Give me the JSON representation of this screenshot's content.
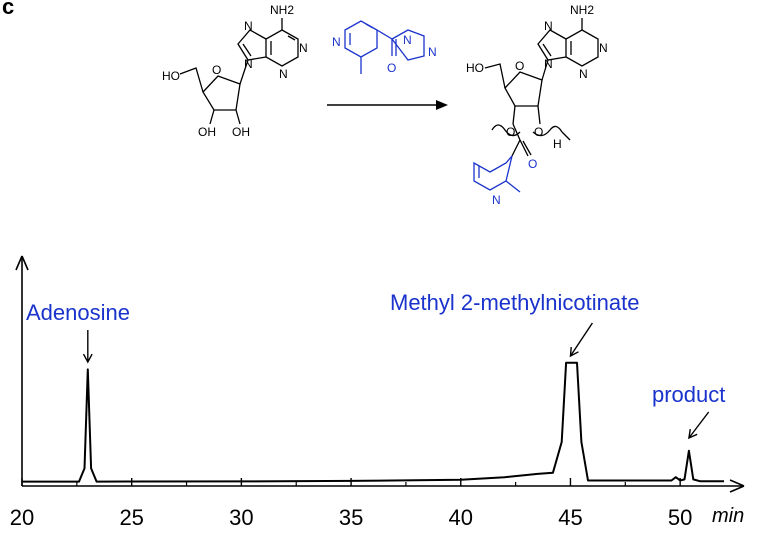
{
  "panel_letter": "c",
  "scheme": {
    "reactant_labels": {
      "nh2": "NH2",
      "ho_top": "HO",
      "oh_left": "OH",
      "oh_right": "OH",
      "ring_o": "O",
      "n7": "N",
      "n9": "N",
      "n1": "N",
      "n3": "N"
    },
    "reagent_labels": {
      "pyridine_n": "N",
      "carbonyl_o": "O",
      "imid_n1": "N",
      "imid_n3": "N"
    },
    "product_labels": {
      "nh2": "NH2",
      "ho": "HO",
      "ring_o": "O",
      "o2": "O",
      "o3": "O",
      "h": "H",
      "carbonyl_o": "O",
      "pyridine_n": "N",
      "n7": "N",
      "n9": "N",
      "n1": "N",
      "n3": "N"
    },
    "colors": {
      "reagent": "#1a33cc",
      "structure": "#000000"
    }
  },
  "chart_data": {
    "type": "line",
    "xlabel": "min",
    "ylabel": "",
    "xlim": [
      20,
      52.5
    ],
    "ylim": [
      0,
      1
    ],
    "xticks": [
      20,
      25,
      30,
      35,
      40,
      45,
      50
    ],
    "grid": false,
    "series": [
      {
        "values_note": "",
        "points": [
          [
            20.0,
            0.02
          ],
          [
            22.6,
            0.02
          ],
          [
            22.85,
            0.08
          ],
          [
            23.0,
            0.53
          ],
          [
            23.15,
            0.08
          ],
          [
            23.4,
            0.02
          ],
          [
            30.0,
            0.021
          ],
          [
            35.0,
            0.023
          ],
          [
            40.0,
            0.028
          ],
          [
            42.0,
            0.04
          ],
          [
            43.5,
            0.055
          ],
          [
            44.2,
            0.06
          ],
          [
            44.6,
            0.2
          ],
          [
            44.8,
            0.56
          ],
          [
            45.3,
            0.56
          ],
          [
            45.5,
            0.2
          ],
          [
            45.8,
            0.025
          ],
          [
            49.6,
            0.025
          ],
          [
            49.8,
            0.04
          ],
          [
            50.0,
            0.025
          ],
          [
            50.2,
            0.03
          ],
          [
            50.4,
            0.16
          ],
          [
            50.6,
            0.03
          ],
          [
            50.9,
            0.022
          ],
          [
            52.0,
            0.022
          ]
        ]
      }
    ],
    "annotations": [
      {
        "text": "Adenosine",
        "x": 23.0,
        "y": 0.53
      },
      {
        "text": "Methyl 2-methylnicotinate",
        "x": 45.0,
        "y": 0.56
      },
      {
        "text": "product",
        "x": 50.4,
        "y": 0.16
      }
    ],
    "annotation_color": "#1a33cc"
  }
}
